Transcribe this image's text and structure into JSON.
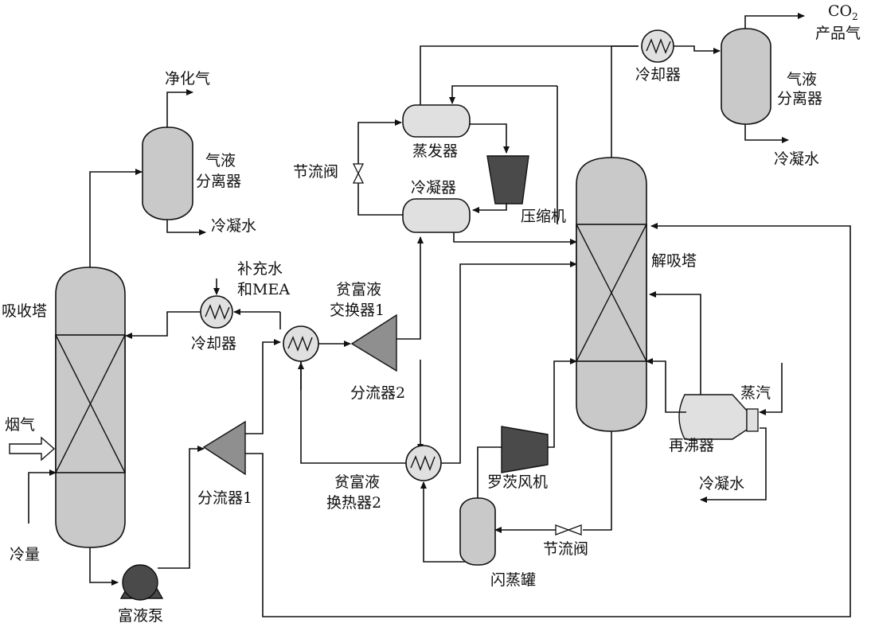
{
  "diagram": {
    "title": "MEA CO2 capture process flow",
    "labels": {
      "co2": "CO",
      "co2_sub": "2",
      "product_gas": "产品气",
      "purified_gas": "净化气",
      "cooler_top": "冷却器",
      "gl_separator_top_1": "气液",
      "gl_separator_top_2": "分离器",
      "gl_separator_left_1": "气液",
      "gl_separator_left_2": "分离器",
      "condensate_top": "冷凝水",
      "condensate_left": "冷凝水",
      "condensate_reboiler": "冷凝水",
      "evaporator": "蒸发器",
      "throttle_valve_top": "节流阀",
      "condenser": "冷凝器",
      "compressor": "压缩机",
      "desorber": "解吸塔",
      "makeup_1": "补充水",
      "makeup_2": "和MEA",
      "absorber": "吸收塔",
      "cooler_left": "冷却器",
      "lean_rich_hx1_1": "贫富液",
      "lean_rich_hx1_2": "交换器1",
      "splitter2": "分流器2",
      "flue_gas": "烟气",
      "cooling": "冷量",
      "splitter1": "分流器1",
      "lean_rich_hx2_1": "贫富液",
      "lean_rich_hx2_2": "换热器2",
      "roots_blower": "罗茨风机",
      "throttle_valve_bottom": "节流阀",
      "flash_tank": "闪蒸罐",
      "rich_pump": "富液泵",
      "steam": "蒸汽",
      "reboiler": "再沸器"
    }
  }
}
